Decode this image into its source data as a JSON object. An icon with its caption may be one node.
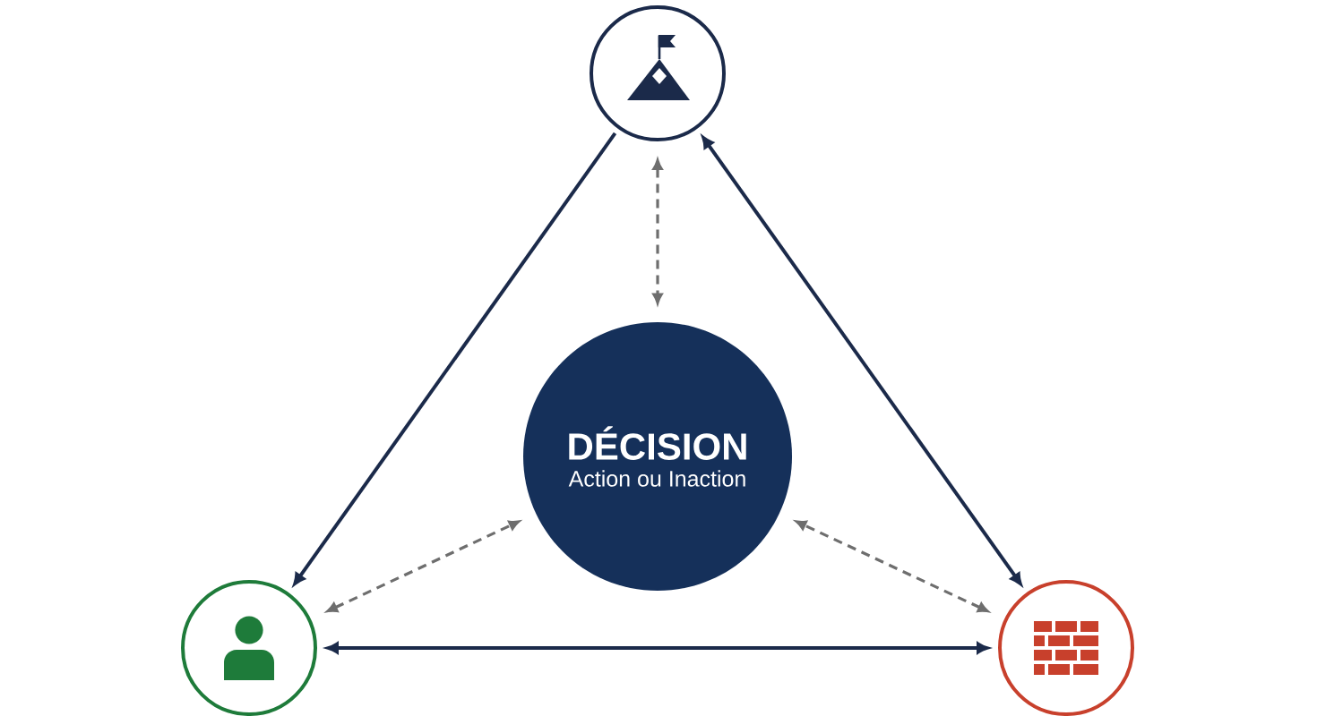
{
  "diagram": {
    "nodes": [
      {
        "text": [],
        "shape": "circle"
      },
      {
        "text": [
          "DÉCISION",
          "Action ou Inaction"
        ]
      },
      {
        "text": [],
        "shape": "circle"
      },
      {
        "text": [],
        "shape": "circle"
      }
    ],
    "edges": [
      {
        "from": 0,
        "to": 2,
        "arrow": "to"
      },
      {
        "from": 0,
        "to": 3,
        "arrow": "both"
      },
      {
        "from": 2,
        "to": 3,
        "arrow": "both"
      },
      {
        "from": 0,
        "to": 1,
        "arrow": "both",
        "style": "dashed",
        "color": "#6e6e6e"
      },
      {
        "from": 2,
        "to": 1,
        "arrow": "both",
        "style": "dashed",
        "color": "#6e6e6e"
      },
      {
        "from": 3,
        "to": 1,
        "arrow": "both",
        "style": "dashed",
        "color": "#6e6e6e"
      }
    ]
  }
}
